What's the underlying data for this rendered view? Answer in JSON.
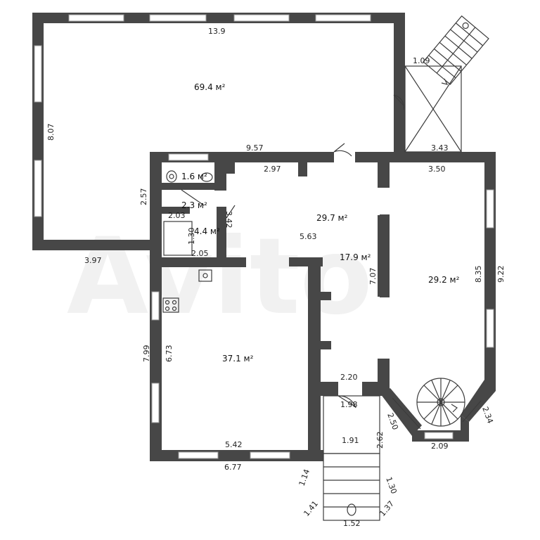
{
  "watermark": "Avito",
  "areas": {
    "hall_large": "69.4 м²",
    "toilet": "1.6 м²",
    "corridor": "2.3 м²",
    "bath": "4.4 м²",
    "living": "29.7 м²",
    "center": "17.9 м²",
    "room_right": "29.2 м²",
    "kitchen": "37.1 м²"
  },
  "dims": {
    "top": "13.9",
    "left_hall": "8.07",
    "hall_bottom": "3.97",
    "wc_side": "2.57",
    "stair_top": "1.09",
    "stair_bottom": "3.43",
    "mid_top": "9.57",
    "wc_top": "2.97",
    "right_top": "3.50",
    "bath_top": "2.03",
    "bath_side": "1.30",
    "bath_bottom": "2.05",
    "door_diag": "3.42",
    "living_width": "5.63",
    "center_height": "7.07",
    "right_inner": "8.35",
    "right_outer": "9.22",
    "kitchen_outer": "7.99",
    "kitchen_inner": "6.73",
    "kitchen_bottom_in": "5.42",
    "kitchen_bottom_out": "6.77",
    "corridor_width": "2.20",
    "porch_top": "1.98",
    "porch_height": "1.91",
    "porch_side": "2.62",
    "bay_left": "2.50",
    "bay_bottom": "2.09",
    "bay_right": "2.34",
    "step_left": "1.14",
    "step_right": "1.30",
    "step_bl": "1.41",
    "step_bottom": "1.52",
    "step_br": "1.37"
  }
}
